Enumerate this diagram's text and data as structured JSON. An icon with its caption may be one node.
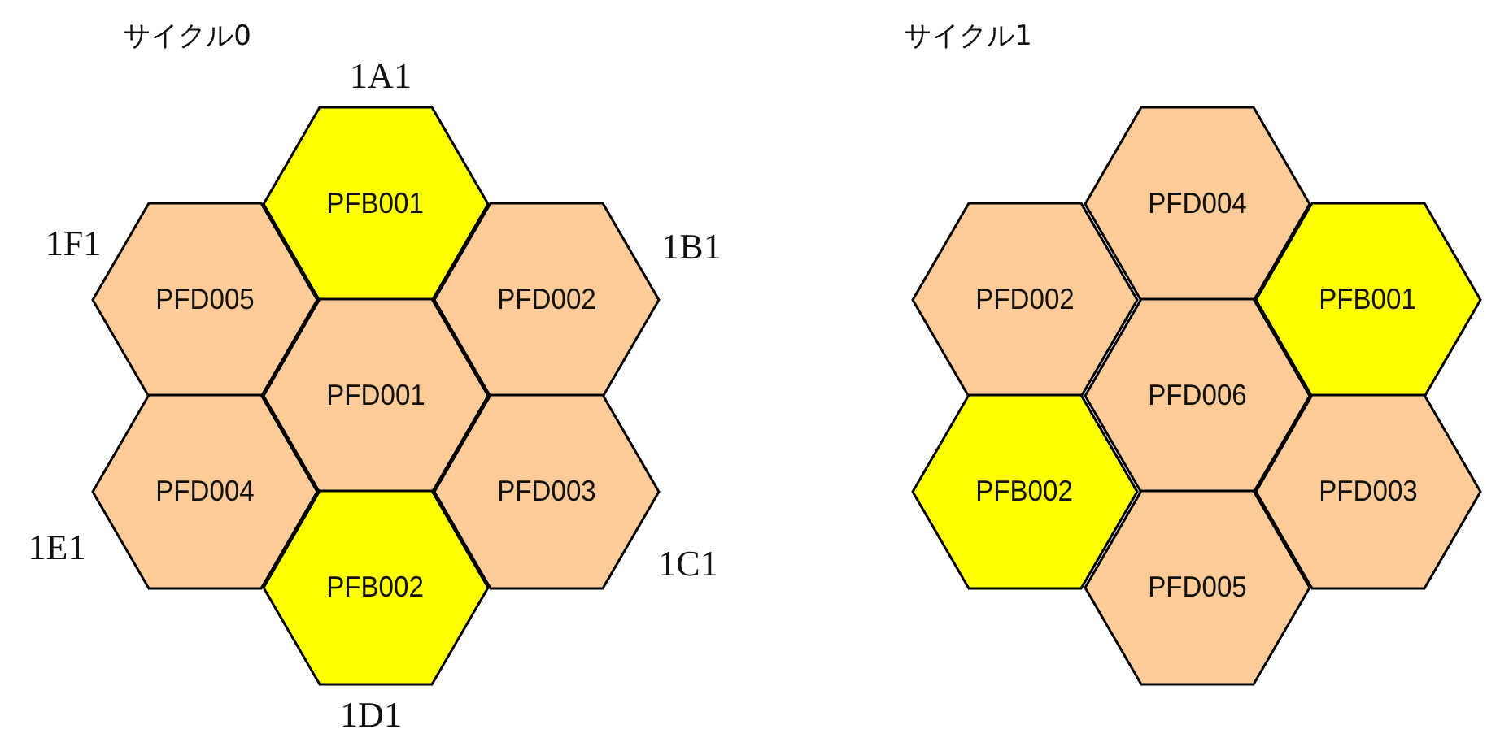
{
  "diagram": {
    "nodes": [
      {
        "text": [
          "PFB001"
        ]
      },
      {
        "text": [
          "PFD005"
        ]
      },
      {
        "text": [
          "PFD002"
        ]
      },
      {
        "text": [
          "PFD001"
        ]
      },
      {
        "text": [
          "PFD004"
        ]
      },
      {
        "text": [
          "PFD003"
        ]
      },
      {
        "text": [
          "PFB002"
        ]
      },
      {
        "text": [
          "PFD004"
        ]
      },
      {
        "text": [
          "PFD002"
        ]
      },
      {
        "text": [
          "PFB001"
        ]
      },
      {
        "text": [
          "PFD006"
        ]
      },
      {
        "text": [
          "PFB002"
        ]
      },
      {
        "text": [
          "PFD003"
        ]
      },
      {
        "text": [
          "PFD005"
        ]
      }
    ],
    "labels": [
      "サイクル0",
      "サイクル1",
      "1A1",
      "1F1",
      "1B1",
      "1E1",
      "1C1",
      "1D1"
    ]
  }
}
